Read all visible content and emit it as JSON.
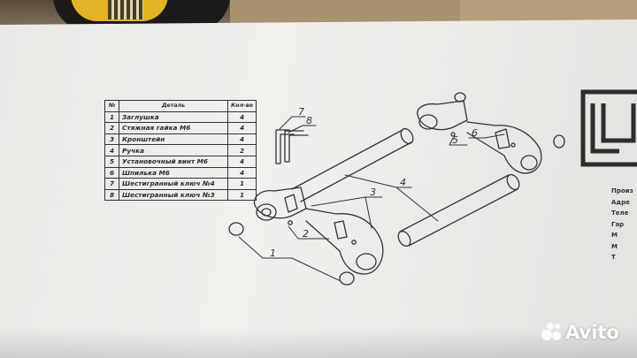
{
  "parts_table": {
    "headers": {
      "num": "№",
      "part": "Деталь",
      "qty": "Кол-во"
    },
    "rows": [
      {
        "num": "1",
        "part": "Заглушка",
        "qty": "4"
      },
      {
        "num": "2",
        "part": "Стяжная гайка М6",
        "qty": "4"
      },
      {
        "num": "3",
        "part": "Кронштейн",
        "qty": "4"
      },
      {
        "num": "4",
        "part": "Ручка",
        "qty": "2"
      },
      {
        "num": "5",
        "part": "Установочный винт М6",
        "qty": "4"
      },
      {
        "num": "6",
        "part": "Шпилька М6",
        "qty": "4"
      },
      {
        "num": "7",
        "part": "Шестигранный ключ №4",
        "qty": "1"
      },
      {
        "num": "8",
        "part": "Шестигранный ключ №3",
        "qty": "1"
      }
    ]
  },
  "callouts": {
    "c1": "1",
    "c2": "2",
    "c3": "3",
    "c4": "4",
    "c5": "5",
    "c6": "6",
    "c7": "7",
    "c8": "8"
  },
  "side_text": [
    "Произ",
    "Адре",
    "Теле",
    "Гар",
    "М",
    "М",
    "Т"
  ],
  "watermark": "Avito",
  "colors": {
    "paper": "#eeede9",
    "ink": "#333333",
    "watermark": "#ffffff"
  }
}
